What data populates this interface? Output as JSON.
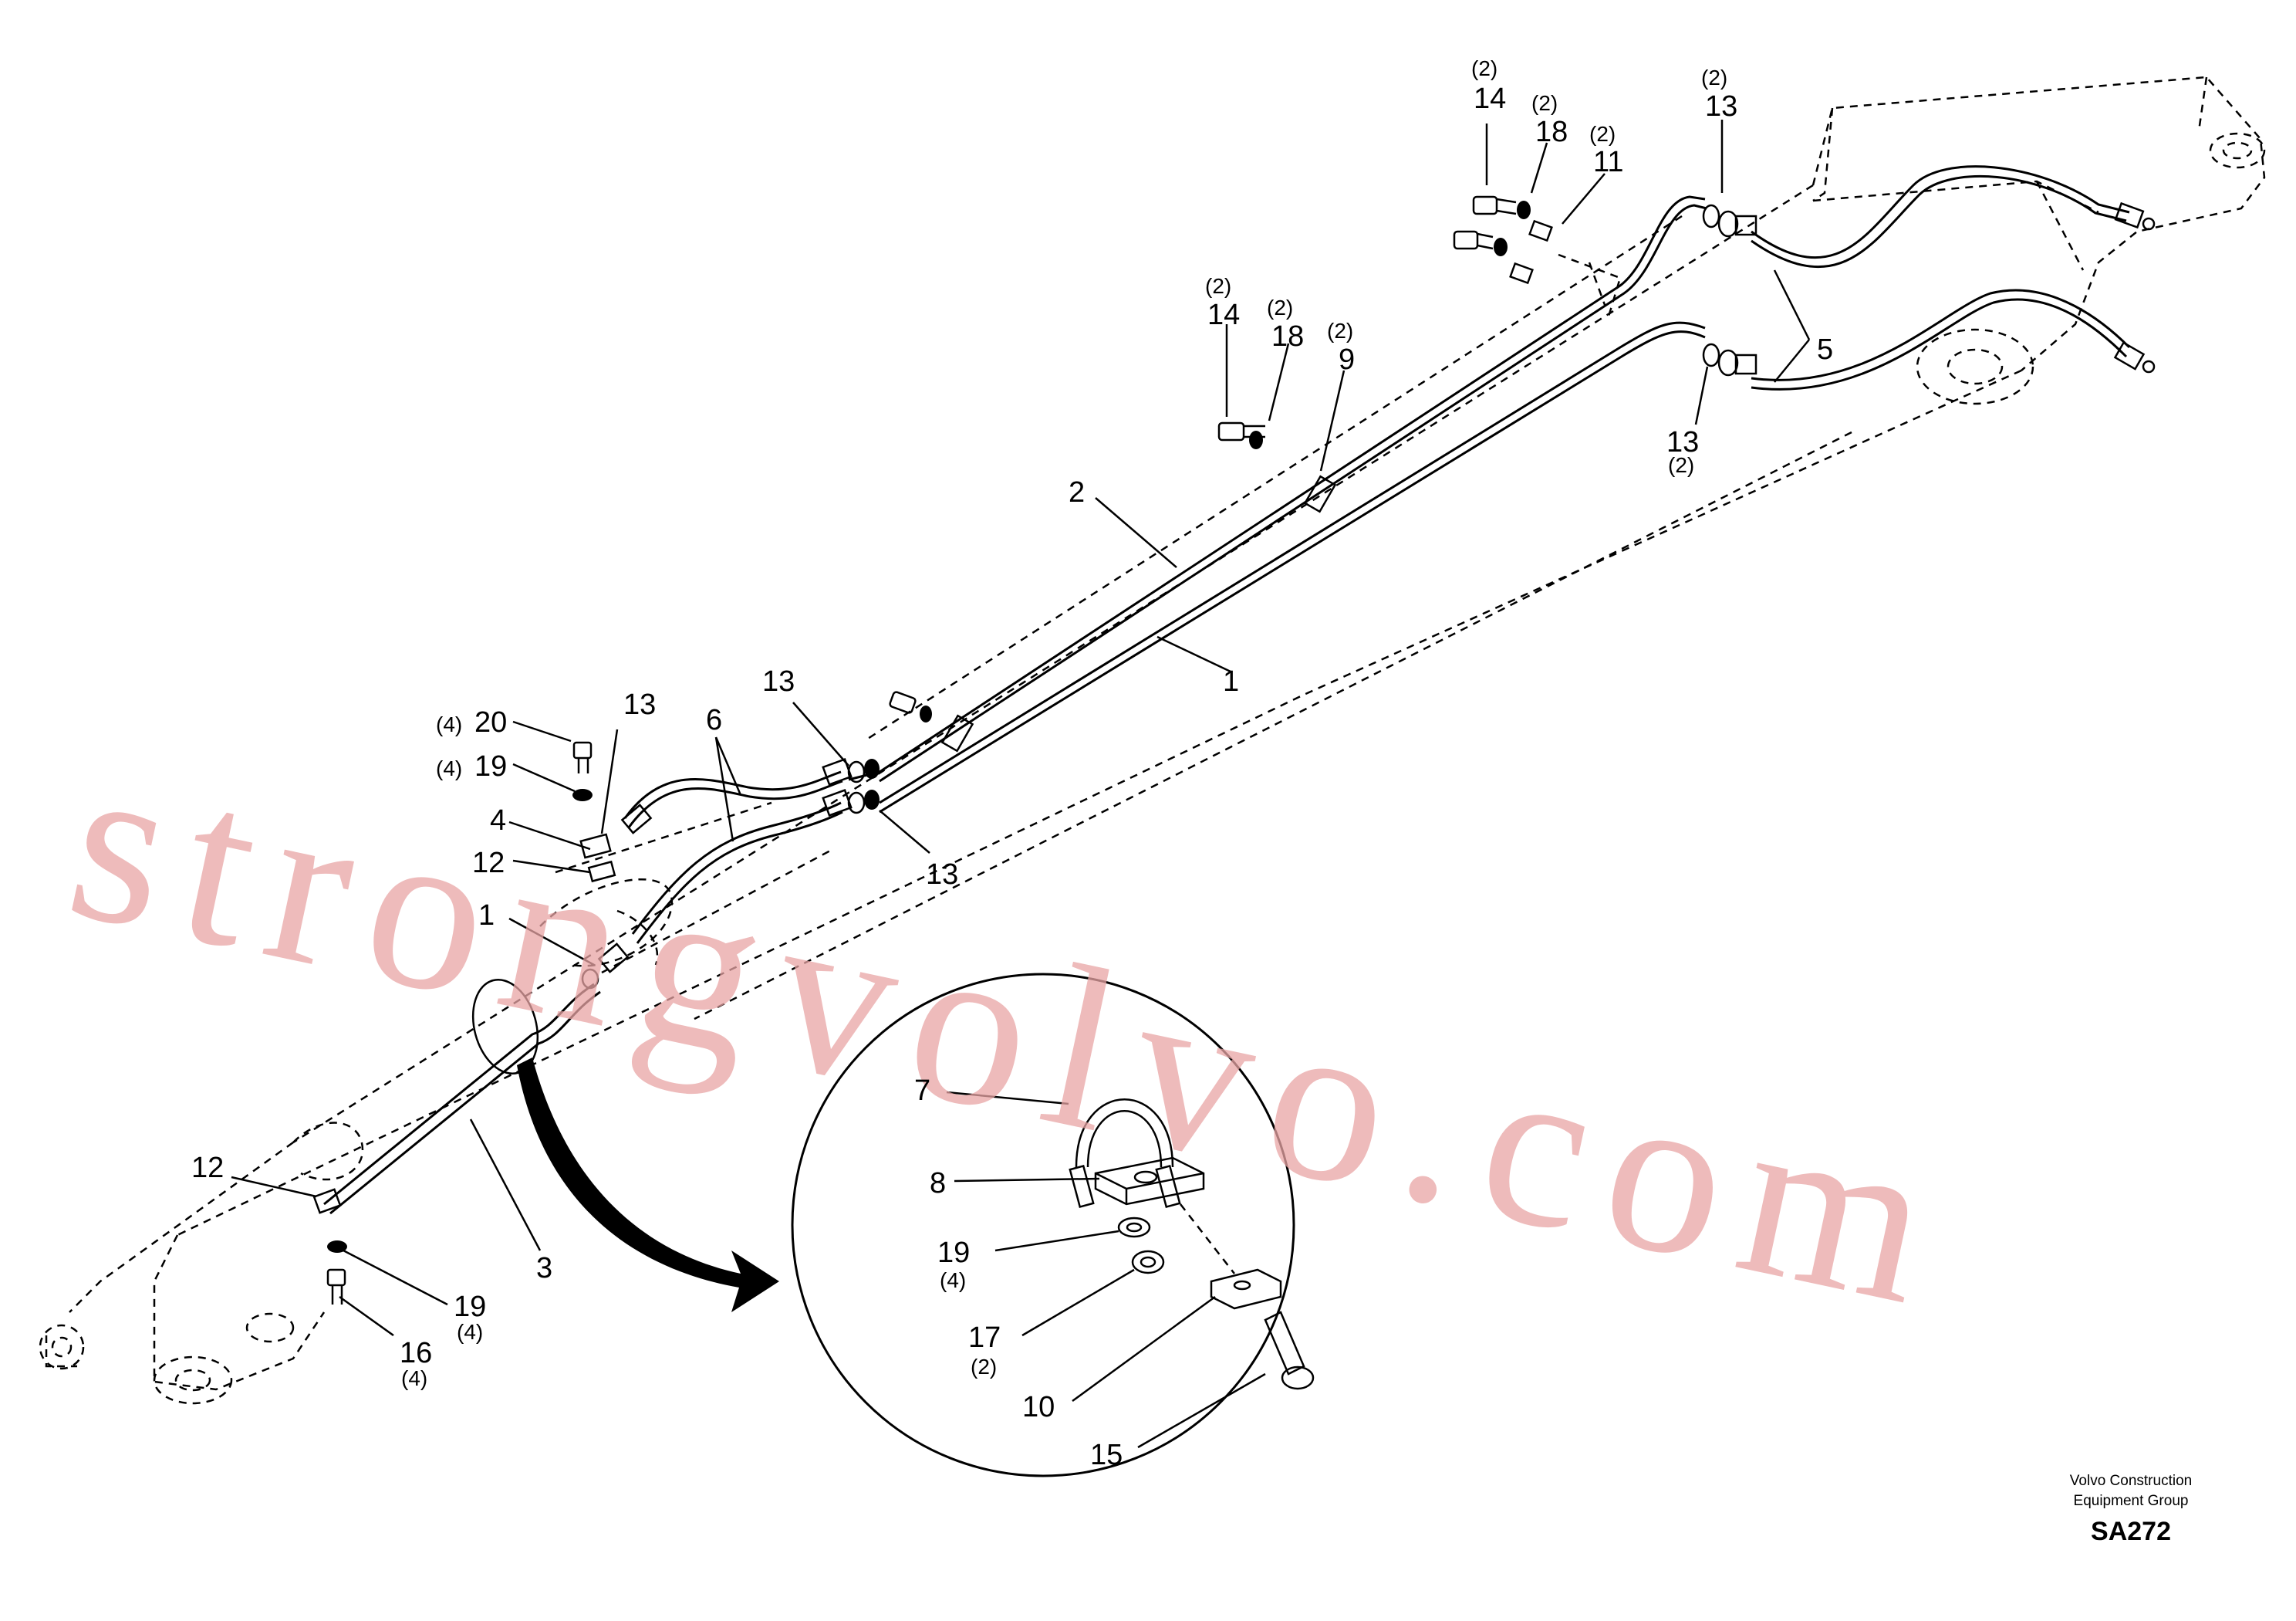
{
  "watermark": "strongvolvo.com",
  "footer": {
    "company_line1": "Volvo Construction",
    "company_line2": "Equipment Group",
    "code": "SA272"
  },
  "callouts": [
    {
      "id": "c14a",
      "num": "14",
      "qty": "(2)"
    },
    {
      "id": "c18a",
      "num": "18",
      "qty": "(2)"
    },
    {
      "id": "c11",
      "num": "11",
      "qty": "(2)"
    },
    {
      "id": "c13a",
      "num": "13",
      "qty": "(2)"
    },
    {
      "id": "c14b",
      "num": "14",
      "qty": "(2)"
    },
    {
      "id": "c18b",
      "num": "18",
      "qty": "(2)"
    },
    {
      "id": "c9",
      "num": "9",
      "qty": "(2)"
    },
    {
      "id": "c5",
      "num": "5",
      "qty": ""
    },
    {
      "id": "c13b",
      "num": "13",
      "qty": "(2)"
    },
    {
      "id": "c2",
      "num": "2",
      "qty": ""
    },
    {
      "id": "c1a",
      "num": "1",
      "qty": ""
    },
    {
      "id": "c13c",
      "num": "13",
      "qty": ""
    },
    {
      "id": "c6",
      "num": "6",
      "qty": ""
    },
    {
      "id": "c13d",
      "num": "13",
      "qty": ""
    },
    {
      "id": "c13e",
      "num": "13",
      "qty": ""
    },
    {
      "id": "c20",
      "num": "20",
      "qty": "(4)"
    },
    {
      "id": "c19a",
      "num": "19",
      "qty": "(4)"
    },
    {
      "id": "c4",
      "num": "4",
      "qty": ""
    },
    {
      "id": "c12a",
      "num": "12",
      "qty": ""
    },
    {
      "id": "c1b",
      "num": "1",
      "qty": ""
    },
    {
      "id": "c12b",
      "num": "12",
      "qty": ""
    },
    {
      "id": "c3",
      "num": "3",
      "qty": ""
    },
    {
      "id": "c19b",
      "num": "19",
      "qty": "(4)"
    },
    {
      "id": "c16",
      "num": "16",
      "qty": "(4)"
    },
    {
      "id": "c7",
      "num": "7",
      "qty": ""
    },
    {
      "id": "c8",
      "num": "8",
      "qty": ""
    },
    {
      "id": "c19c",
      "num": "19",
      "qty": "(4)"
    },
    {
      "id": "c17",
      "num": "17",
      "qty": "(2)"
    },
    {
      "id": "c10",
      "num": "10",
      "qty": ""
    },
    {
      "id": "c15",
      "num": "15",
      "qty": ""
    }
  ]
}
